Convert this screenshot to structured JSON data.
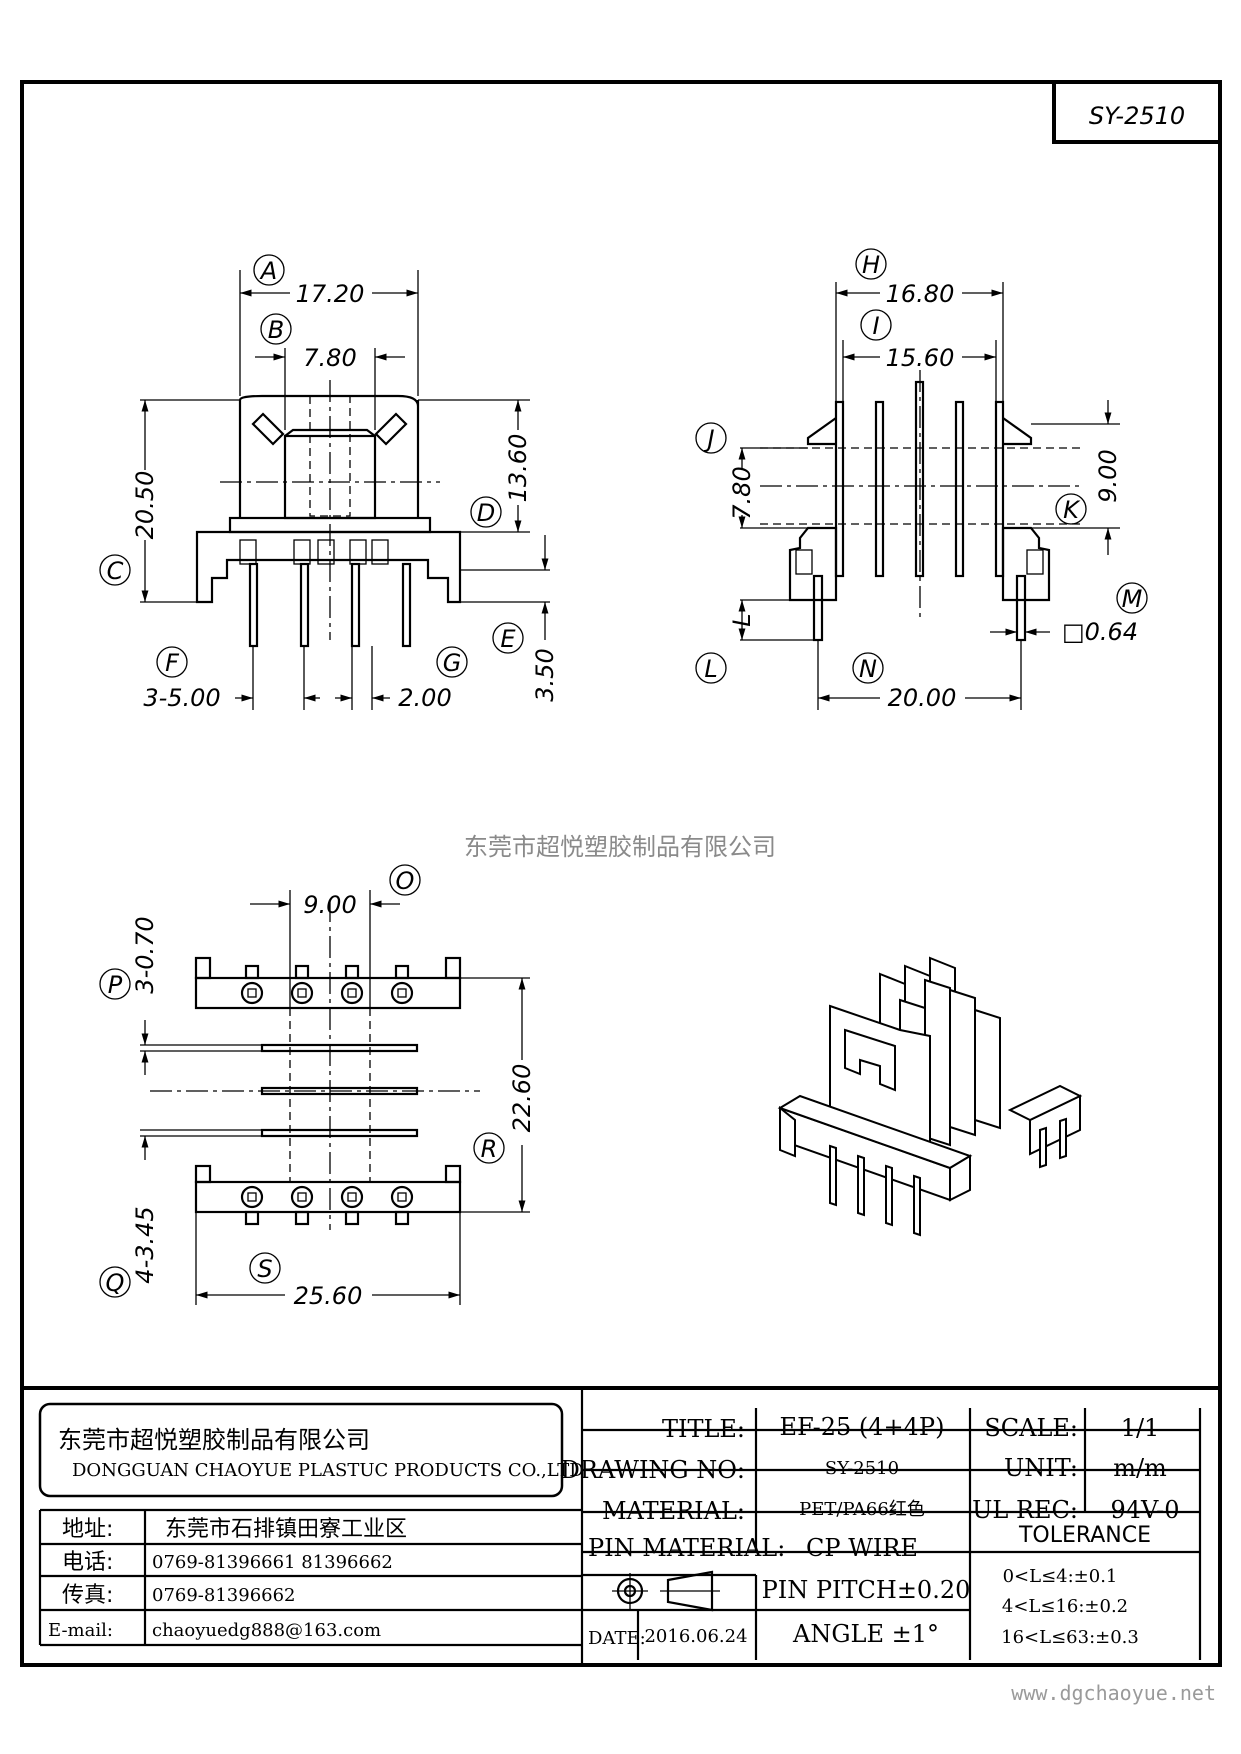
{
  "part_number": "SY-2510",
  "watermark": "东莞市超悦塑胶制品有限公司",
  "website": "www.dgchaoyue.net",
  "front_view": {
    "A": {
      "letter": "A",
      "value": "17.20"
    },
    "B": {
      "letter": "B",
      "value": "7.80"
    },
    "C": {
      "letter": "C",
      "value": "20.50"
    },
    "D": {
      "letter": "D",
      "value": "13.60"
    },
    "E": {
      "letter": "E",
      "value": "3.50"
    },
    "F": {
      "letter": "F",
      "value": "3-5.00"
    },
    "G": {
      "letter": "G",
      "value": "2.00"
    }
  },
  "side_view": {
    "H": {
      "letter": "H",
      "value": "16.80"
    },
    "I": {
      "letter": "I",
      "value": "15.60"
    },
    "J": {
      "letter": "J",
      "value": "7.80"
    },
    "K": {
      "letter": "K",
      "value": "9.00"
    },
    "L": {
      "letter": "L",
      "value": "L"
    },
    "M": {
      "letter": "M",
      "value": "□0.64"
    },
    "N": {
      "letter": "N",
      "value": "20.00"
    }
  },
  "bottom_view": {
    "O": {
      "letter": "O",
      "value": "9.00"
    },
    "P": {
      "letter": "P",
      "value": "3-0.70"
    },
    "Q": {
      "letter": "Q",
      "value": "4-3.45"
    },
    "R": {
      "letter": "R",
      "value": "22.60"
    },
    "S": {
      "letter": "S",
      "value": "25.60"
    }
  },
  "title_block": {
    "company_cn": "东莞市超悦塑胶制品有限公司",
    "company_en": "DONGGUAN CHAOYUE PLASTUC PRODUCTS CO.,LTD",
    "address_label": "地址:",
    "address": "东莞市石排镇田寮工业区",
    "phone_label": "电话:",
    "phone": "0769-81396661  81396662",
    "fax_label": "传真:",
    "fax": "0769-81396662",
    "email_label": "E-mail:",
    "email": "chaoyuedg888@163.com",
    "title_label": "TITLE:",
    "title": "EF-25 (4+4P)",
    "drawing_no_label": "DRAWING NO:",
    "drawing_no": "SY-2510",
    "material_label": "MATERIAL:",
    "material": "PET/PA66红色",
    "pin_material_label": "PIN MATERIAL:",
    "pin_material": "CP WIRE",
    "pin_pitch": "PIN PITCH±0.20",
    "angle": "ANGLE  ±1°",
    "date_label": "DATE:",
    "date": "2016.06.24",
    "scale_label": "SCALE:",
    "scale": "1/1",
    "unit_label": "UNIT:",
    "unit": "m/m",
    "ul_rec_label": "UL REC:",
    "ul_rec": "94V-0",
    "tolerance_label": "TOLERANCE",
    "tolerances": [
      "0<L≤4:±0.1",
      "4<L≤16:±0.2",
      "16<L≤63:±0.3"
    ]
  }
}
